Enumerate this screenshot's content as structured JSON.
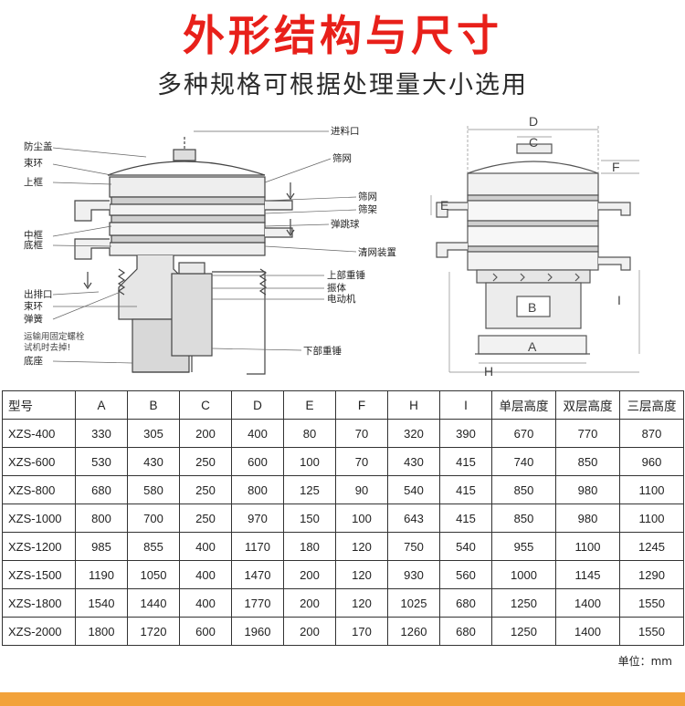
{
  "header": {
    "title": "外形结构与尺寸",
    "subtitle": "多种规格可根据处理量大小选用"
  },
  "diagram": {
    "left_labels": [
      "防尘盖",
      "束环",
      "上框",
      "中框",
      "底框",
      "出排口",
      "束环",
      "弹簧",
      "运输用固定螺栓",
      "试机时去掉!",
      "底座"
    ],
    "right_labels": [
      "进料口",
      "筛网",
      "筛网",
      "筛架",
      "弹跳球",
      "清网装置",
      "上部重锤",
      "振体",
      "电动机",
      "下部重锤"
    ],
    "dimension_letters": [
      "D",
      "C",
      "F",
      "E",
      "B",
      "I",
      "A",
      "H"
    ]
  },
  "table": {
    "headers": [
      "型号",
      "A",
      "B",
      "C",
      "D",
      "E",
      "F",
      "H",
      "I",
      "单层高度",
      "双层高度",
      "三层高度"
    ],
    "rows": [
      [
        "XZS-400",
        "330",
        "305",
        "200",
        "400",
        "80",
        "70",
        "320",
        "390",
        "670",
        "770",
        "870"
      ],
      [
        "XZS-600",
        "530",
        "430",
        "250",
        "600",
        "100",
        "70",
        "430",
        "415",
        "740",
        "850",
        "960"
      ],
      [
        "XZS-800",
        "680",
        "580",
        "250",
        "800",
        "125",
        "90",
        "540",
        "415",
        "850",
        "980",
        "1100"
      ],
      [
        "XZS-1000",
        "800",
        "700",
        "250",
        "970",
        "150",
        "100",
        "643",
        "415",
        "850",
        "980",
        "1100"
      ],
      [
        "XZS-1200",
        "985",
        "855",
        "400",
        "1170",
        "180",
        "120",
        "750",
        "540",
        "955",
        "1100",
        "1245"
      ],
      [
        "XZS-1500",
        "1190",
        "1050",
        "400",
        "1470",
        "200",
        "120",
        "930",
        "560",
        "1000",
        "1145",
        "1290"
      ],
      [
        "XZS-1800",
        "1540",
        "1440",
        "400",
        "1770",
        "200",
        "120",
        "1025",
        "680",
        "1250",
        "1400",
        "1550"
      ],
      [
        "XZS-2000",
        "1800",
        "1720",
        "600",
        "1960",
        "200",
        "170",
        "1260",
        "680",
        "1250",
        "1400",
        "1550"
      ]
    ]
  },
  "footer": {
    "unit": "单位：mm"
  },
  "colors": {
    "title": "#e8201a",
    "footer_bar": "#f2a23a"
  }
}
